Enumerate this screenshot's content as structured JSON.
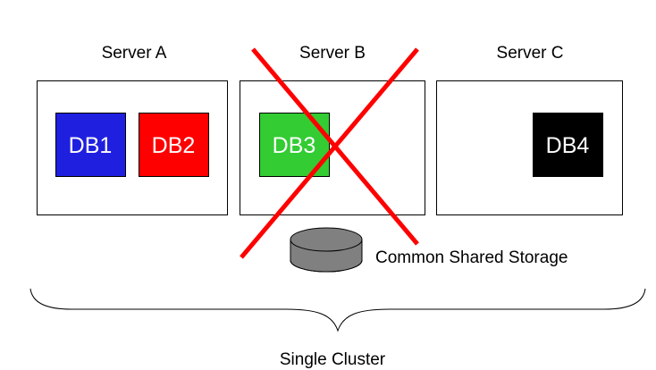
{
  "servers": [
    {
      "label": "Server A",
      "databases": [
        {
          "label": "DB1",
          "color": "#1f1fe0"
        },
        {
          "label": "DB2",
          "color": "#ff0000"
        }
      ]
    },
    {
      "label": "Server B",
      "failed": true,
      "databases": [
        {
          "label": "DB3",
          "color": "#33cc33"
        }
      ]
    },
    {
      "label": "Server C",
      "databases": [
        {
          "label": "DB4",
          "color": "#000000"
        }
      ]
    }
  ],
  "storage": {
    "label": "Common Shared Storage",
    "color": "#808080"
  },
  "cluster": {
    "label": "Single Cluster"
  },
  "failure_mark_color": "#ff0000"
}
